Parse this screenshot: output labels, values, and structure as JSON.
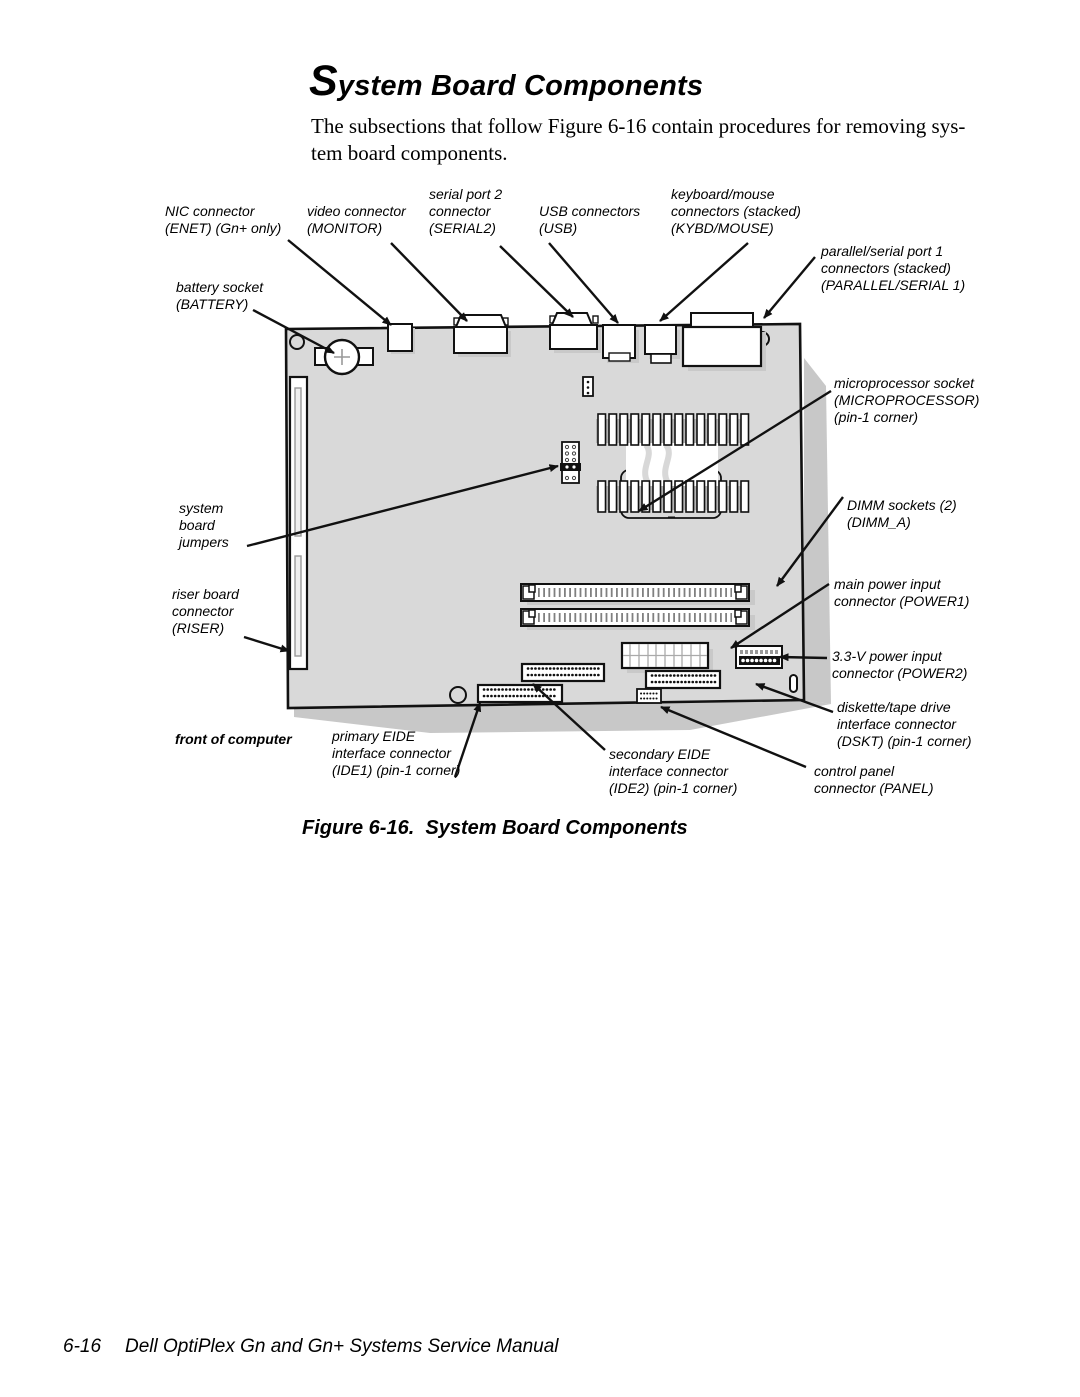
{
  "colors": {
    "board_fill": "#d9d9d9",
    "board_shadow": "#c8c8c8",
    "socket_band": "#b2b2b2",
    "line": "#111111"
  },
  "header": {
    "title_initial": "S",
    "title_rest": "ystem Board Components",
    "intro": "The subsections that follow Figure 6-16 contain procedures for removing sys-\ntem board components."
  },
  "figure": {
    "caption": "Figure 6-16.  System Board Components",
    "labels": {
      "nic": "NIC connector\n(ENET) (Gn+ only)",
      "video": "video connector\n(MONITOR)",
      "serial2": "serial port 2\nconnector\n(SERIAL2)",
      "usb": "USB connectors\n(USB)",
      "kybd": "keyboard/mouse\nconnectors (stacked)\n(KYBD/MOUSE)",
      "parallel": "parallel/serial port 1\nconnectors (stacked)\n(PARALLEL/SERIAL 1)",
      "battery": "battery socket\n(BATTERY)",
      "jumpers": "system\nboard\njumpers",
      "riser": "riser board\nconnector\n(RISER)",
      "micro": "microprocessor socket\n(MICROPROCESSOR)\n(pin-1 corner)",
      "dimm": "DIMM sockets (2)\n(DIMM_A)",
      "power1": "main power input\nconnector (POWER1)",
      "power2": "3.3-V power input\nconnector (POWER2)",
      "dskt": "diskette/tape drive\ninterface connector\n(DSKT) (pin-1 corner)",
      "front": "front of computer",
      "ide1": "primary EIDE\ninterface connector\n(IDE1) (pin-1 corner)",
      "ide2": "secondary EIDE\ninterface connector\n(IDE2) (pin-1 corner)",
      "panel": "control panel\nconnector (PANEL)"
    }
  },
  "footer": {
    "page_number": "6-16",
    "manual_title": "Dell OptiPlex Gn and Gn+ Systems Service Manual"
  }
}
